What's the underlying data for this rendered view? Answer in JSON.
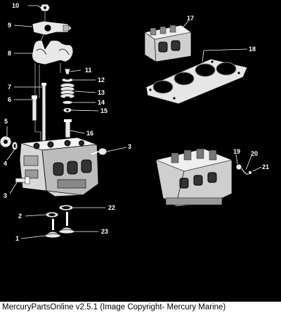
{
  "caption": "MercuryPartsOnline v2.5.1 (Image Copyright- Mercury Marine)",
  "callouts": {
    "c1": "1",
    "c2": "2",
    "c3a": "3",
    "c3b": "3",
    "c4": "4",
    "c5": "5",
    "c6": "6",
    "c7": "7",
    "c8": "8",
    "c9": "9",
    "c10": "10",
    "c11": "11",
    "c12": "12",
    "c13": "13",
    "c14": "14",
    "c15": "15",
    "c16": "16",
    "c17": "17",
    "c18": "18",
    "c19": "19",
    "c20": "20",
    "c21": "21",
    "c22": "22",
    "c23": "23"
  }
}
